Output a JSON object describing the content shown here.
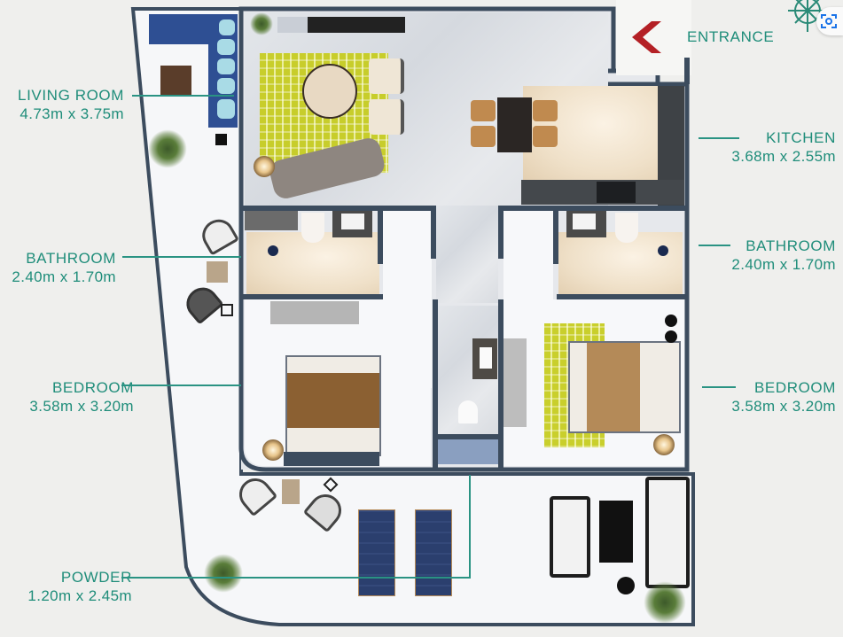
{
  "floorplan": {
    "entrance_label": "ENTRANCE",
    "rooms": [
      {
        "id": "living-room",
        "name": "LIVING ROOM",
        "dimensions": "4.73m x 3.75m",
        "side": "left"
      },
      {
        "id": "kitchen",
        "name": "KITCHEN",
        "dimensions": "3.68m x 2.55m",
        "side": "right"
      },
      {
        "id": "bathroom-left",
        "name": "BATHROOM",
        "dimensions": "2.40m x 1.70m",
        "side": "left"
      },
      {
        "id": "bathroom-right",
        "name": "BATHROOM",
        "dimensions": "2.40m x 1.70m",
        "side": "right"
      },
      {
        "id": "bedroom-left",
        "name": "BEDROOM",
        "dimensions": "3.58m x 3.20m",
        "side": "left"
      },
      {
        "id": "bedroom-right",
        "name": "BEDROOM",
        "dimensions": "3.58m x 3.20m",
        "side": "right"
      },
      {
        "id": "powder",
        "name": "POWDER",
        "dimensions": "1.20m x 2.45m",
        "side": "left"
      }
    ]
  },
  "icons": {
    "compass": "compass-rose-icon",
    "entrance_arrow": "chevron-left-icon",
    "lens": "visual-search-icon"
  },
  "colors": {
    "label_teal": "#1f8d7a",
    "wall": "#3c4c5e",
    "entrance_arrow_red": "#b42025",
    "background": "#efefed"
  }
}
